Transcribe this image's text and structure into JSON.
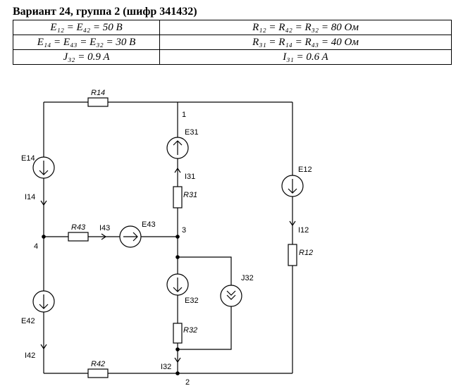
{
  "header": {
    "title": "Вариант 24, группа 2 (шифр 341432)"
  },
  "params": {
    "rows": [
      [
        "E₁₂ = E₄₂ = 50 В",
        "R₁₂ = R₄₂ = R₃₂ = 80 Ом"
      ],
      [
        "E₁₄ = E₄₃ = E₃₂ = 30 В",
        "R₃₁ = R₁₄ = R₄₃ = 40 Ом"
      ],
      [
        "J₃₂ = 0.9 A",
        "I₃₁ = 0.6 A"
      ]
    ]
  },
  "circuit": {
    "nodes": {
      "n1": "1",
      "n2": "2",
      "n3": "3",
      "n4": "4"
    },
    "resistors": {
      "r14": "R14",
      "r31": "R31",
      "r43": "R43",
      "r12": "R12",
      "r32": "R32",
      "r42": "R42"
    },
    "sources": {
      "e14": "E14",
      "e31": "E31",
      "e43": "E43",
      "e12": "E12",
      "e32": "E32",
      "e42": "E42",
      "j32": "J32"
    },
    "currents": {
      "i14": "I14",
      "i31": "I31",
      "i43": "I43",
      "i12": "I12",
      "i42": "I42",
      "i32": "I32"
    }
  }
}
